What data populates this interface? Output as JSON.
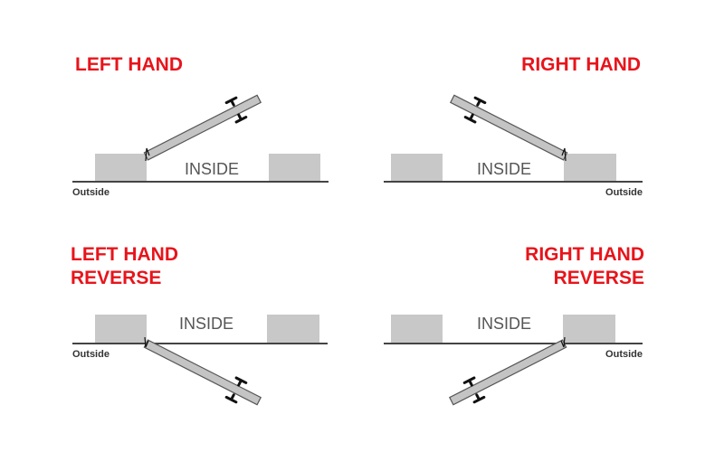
{
  "colors": {
    "title": "#e8141b",
    "wall": "#c8c8c8",
    "door": "#c4c4c4"
  },
  "panels": [
    {
      "title_lines": [
        "LEFT HAND"
      ],
      "inside_label": "INSIDE",
      "outside_label": "Outside",
      "hinge_side": "left",
      "swing": "inward"
    },
    {
      "title_lines": [
        "RIGHT HAND"
      ],
      "inside_label": "INSIDE",
      "outside_label": "Outside",
      "hinge_side": "right",
      "swing": "inward"
    },
    {
      "title_lines": [
        "LEFT HAND",
        "REVERSE"
      ],
      "inside_label": "INSIDE",
      "outside_label": "Outside",
      "hinge_side": "left",
      "swing": "outward"
    },
    {
      "title_lines": [
        "RIGHT HAND",
        "REVERSE"
      ],
      "inside_label": "INSIDE",
      "outside_label": "Outside",
      "hinge_side": "right",
      "swing": "outward"
    }
  ]
}
